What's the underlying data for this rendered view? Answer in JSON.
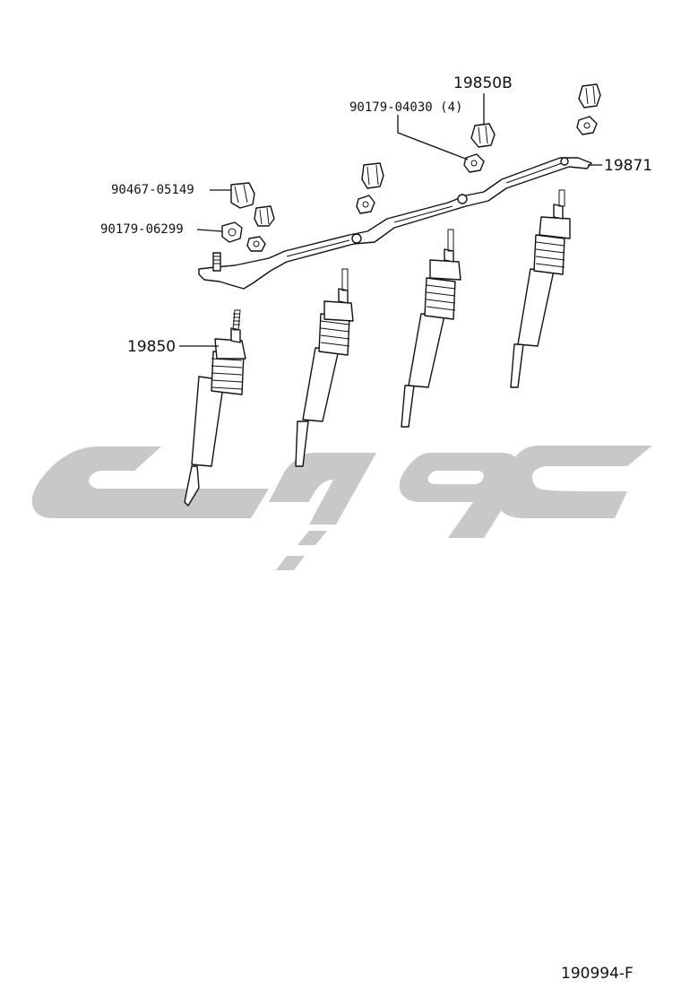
{
  "diagram": {
    "labels": {
      "nut_top_right_bracket": "19850B",
      "nut_small": "90179-04030 (4)",
      "bus_bar": "19871",
      "nut_upper_left": "90467-05149",
      "nut_lower_left": "90179-06299",
      "glow_plug": "19850"
    },
    "figure_code": "190994-F"
  },
  "watermark": {
    "description": "gray Persian-script logo watermark",
    "color": "#c8c8c8"
  }
}
